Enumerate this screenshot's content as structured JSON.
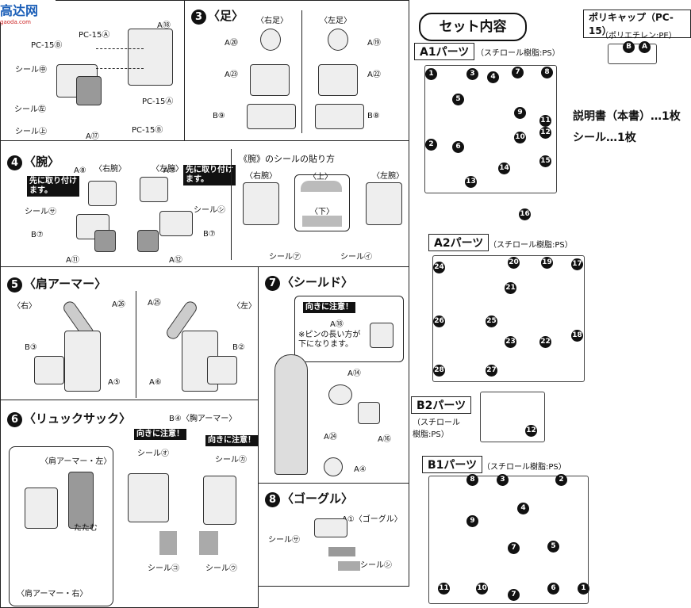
{
  "watermark": {
    "text": "高达网",
    "sub": "gaoda.com"
  },
  "step2": {
    "partial_title": "体〉",
    "labels": [
      "PC-15Ⓐ",
      "PC-15Ⓑ",
      "シール㊥",
      "シール㊧",
      "シール㊤",
      "A⑰",
      "PC-15Ⓐ",
      "PC-15Ⓑ",
      "A⑱"
    ]
  },
  "step3": {
    "num": "3",
    "title": "〈足〉",
    "right": "〈右足〉",
    "left": "〈左足〉",
    "labels_r": [
      "A⑳",
      "A㉓",
      "B⑨"
    ],
    "labels_l": [
      "A⑲",
      "A㉒",
      "B⑧"
    ]
  },
  "step4": {
    "num": "4",
    "title": "〈腕〉",
    "right_arm": "〈右腕〉",
    "left_arm": "〈左腕〉",
    "note": "先に取り付けます。",
    "labels_r": [
      "A⑧",
      "シール㋚",
      "B⑦",
      "A⑪"
    ],
    "labels_l": [
      "A⑦",
      "シール㋛",
      "B⑦",
      "A⑫"
    ],
    "sticker_title": "《腕》のシールの貼り方",
    "up": "〈上〉",
    "down": "〈下〉",
    "sticker_labels": [
      "〈右腕〉",
      "〈左腕〉",
      "シール㋐",
      "シール㋑"
    ]
  },
  "step5": {
    "num": "5",
    "title": "〈肩アーマー〉",
    "right": "〈右〉",
    "left": "〈左〉",
    "labels_r": [
      "A㉖",
      "B③",
      "A⑤"
    ],
    "labels_l": [
      "A㉕",
      "B②",
      "A⑥"
    ]
  },
  "step6": {
    "num": "6",
    "title": "〈リュックサック〉",
    "b4": "B④〈胸アーマー〉",
    "caution": "向きに注意！",
    "shoulder_l": "〈肩アーマー・左〉",
    "shoulder_r": "〈肩アーマー・右〉",
    "fold": "たたむ",
    "seals": [
      "シール㋔",
      "シール㋕",
      "シール㋙",
      "シール㋒"
    ]
  },
  "step7": {
    "num": "7",
    "title": "〈シールド〉",
    "caution": "向きに注意！",
    "pin_note": "※ピンの長い方が下になります。",
    "labels": [
      "A⑱",
      "A⑭",
      "A㉔",
      "A⑯",
      "A④"
    ]
  },
  "step8": {
    "num": "8",
    "title": "〈ゴーグル〉",
    "labels": [
      "A①〈ゴーグル〉",
      "シール㋚",
      "シール㋛"
    ]
  },
  "contents": {
    "title": "セット内容",
    "a1": "A1パーツ",
    "a1_mat": "（スチロール樹脂:PS）",
    "a2": "A2パーツ",
    "a2_mat": "（スチロール樹脂:PS）",
    "b2": "B2パーツ",
    "b2_mat": "（スチロール樹脂:PS）",
    "b1": "B1パーツ",
    "b1_mat": "（スチロール樹脂:PS）",
    "polycap": "ポリキャップ（PC-15）",
    "polycap_mat": "（ポリエチレン:PE）",
    "manual": "説明書（本書）…1枚",
    "seal": "シール…1枚",
    "a1_nums": [
      "1",
      "2",
      "3",
      "4",
      "5",
      "6",
      "7",
      "8",
      "9",
      "10",
      "11",
      "12",
      "13",
      "14",
      "15",
      "16"
    ],
    "a2_nums": [
      "24",
      "20",
      "19",
      "17",
      "21",
      "26",
      "25",
      "18",
      "23",
      "22",
      "28",
      "27"
    ],
    "b2_nums": [
      "12"
    ],
    "b1_nums": [
      "8",
      "3",
      "2",
      "4",
      "9",
      "5",
      "7",
      "11",
      "10",
      "7",
      "6",
      "1"
    ]
  }
}
